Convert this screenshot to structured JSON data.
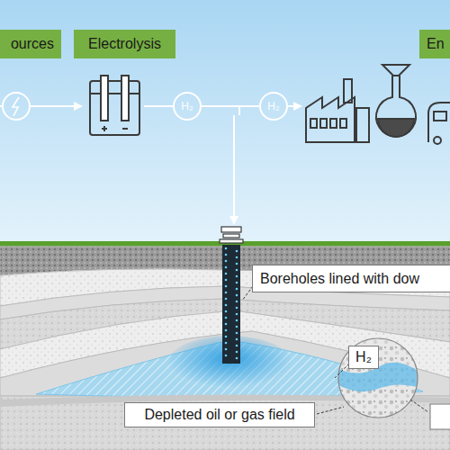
{
  "diagram": {
    "nodes": [
      {
        "text": [
          "ources"
        ]
      },
      {
        "text": [
          "Electrolysis"
        ]
      },
      {
        "text": [
          "En"
        ]
      },
      {
        "text": [
          "Boreholes lined with dow"
        ]
      },
      {
        "text": [
          "H₂"
        ]
      },
      {
        "text": [
          "Depleted oil or gas field"
        ]
      }
    ],
    "labels": [
      "H₂",
      "H₂"
    ]
  }
}
